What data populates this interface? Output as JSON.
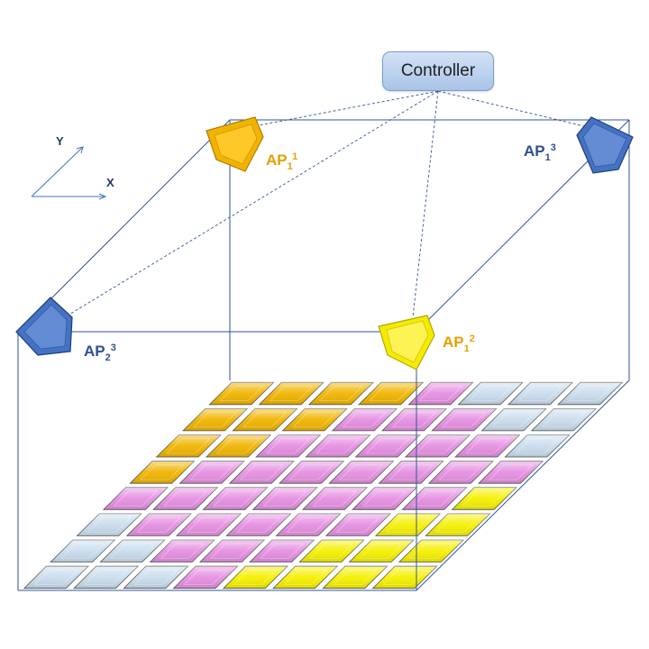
{
  "controller": {
    "label": "Controller"
  },
  "axes": {
    "x_label": "X",
    "y_label": "Y"
  },
  "access_points": [
    {
      "id": "ap-1-1",
      "name": "AP",
      "sub": "1",
      "sup": "1",
      "color": "#f0b400",
      "label_color": "#e6a100"
    },
    {
      "id": "ap-1-2",
      "name": "AP",
      "sub": "1",
      "sup": "2",
      "color": "#f5eb00",
      "label_color": "#e6a100"
    },
    {
      "id": "ap-1-3",
      "name": "AP",
      "sub": "1",
      "sup": "3",
      "color": "#4472c4",
      "label_color": "#2f4f8f"
    },
    {
      "id": "ap-2-3",
      "name": "AP",
      "sub": "2",
      "sup": "3",
      "color": "#4472c4",
      "label_color": "#2f4f8f"
    }
  ],
  "colors": {
    "orange": "#f0b400",
    "pink": "#e58fe1",
    "light_blue": "#c9dcec",
    "yellow": "#f5f000",
    "edge": "#2f5597"
  },
  "grid": {
    "rows_back_to_front": [
      "OOOOPLLL",
      "OOOPPPLL",
      "OOPPPPPL",
      "OPPPPPPP",
      "PPPPPPPY",
      "LPPPPPYY",
      "LLPPPYYY",
      "LLLPYYYY"
    ]
  }
}
